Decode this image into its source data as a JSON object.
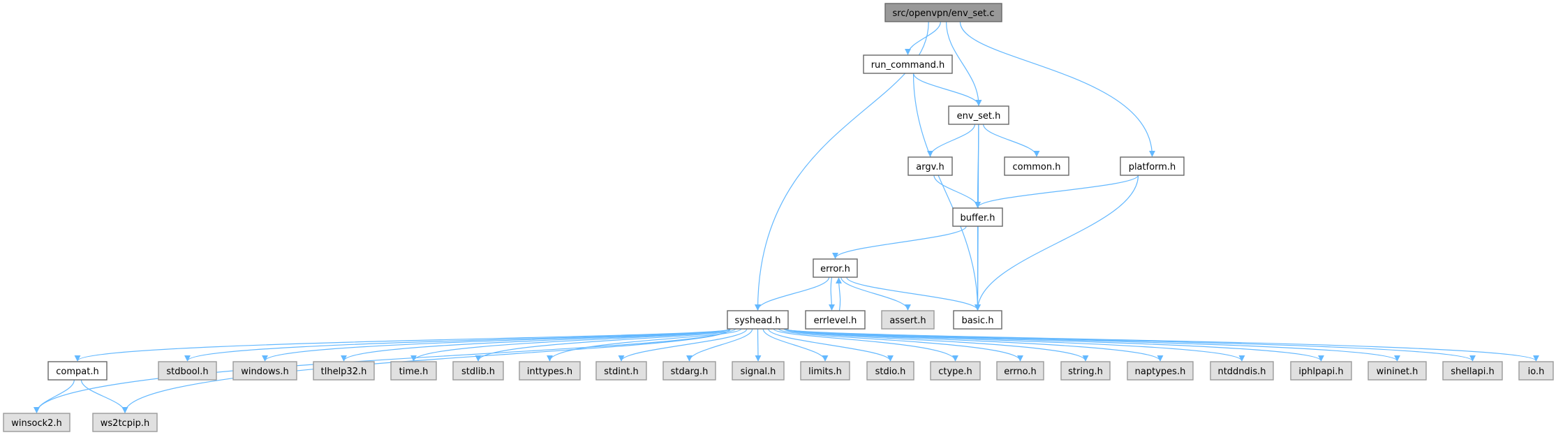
{
  "graph": {
    "title": "src/openvpn/env_set.c",
    "colors": {
      "edge": "#63b8ff",
      "root_fill": "#999999",
      "root_border": "#666666",
      "doc_fill": "#ffffff",
      "doc_border": "#666666",
      "ext_fill": "#e0e0e0",
      "ext_border": "#999999"
    },
    "nodes": [
      {
        "id": "root",
        "label": "src/openvpn/env_set.c",
        "kind": "root"
      },
      {
        "id": "run_command",
        "label": "run_command.h",
        "kind": "doc"
      },
      {
        "id": "env_set_h",
        "label": "env_set.h",
        "kind": "doc"
      },
      {
        "id": "argv",
        "label": "argv.h",
        "kind": "doc"
      },
      {
        "id": "common",
        "label": "common.h",
        "kind": "doc"
      },
      {
        "id": "platform",
        "label": "platform.h",
        "kind": "doc"
      },
      {
        "id": "buffer",
        "label": "buffer.h",
        "kind": "doc"
      },
      {
        "id": "error",
        "label": "error.h",
        "kind": "doc"
      },
      {
        "id": "syshead",
        "label": "syshead.h",
        "kind": "doc"
      },
      {
        "id": "errlevel",
        "label": "errlevel.h",
        "kind": "doc"
      },
      {
        "id": "assert",
        "label": "assert.h",
        "kind": "ext"
      },
      {
        "id": "basic",
        "label": "basic.h",
        "kind": "doc"
      },
      {
        "id": "compat",
        "label": "compat.h",
        "kind": "doc"
      },
      {
        "id": "stdbool",
        "label": "stdbool.h",
        "kind": "ext"
      },
      {
        "id": "windows",
        "label": "windows.h",
        "kind": "ext"
      },
      {
        "id": "tlhelp32",
        "label": "tlhelp32.h",
        "kind": "ext"
      },
      {
        "id": "time",
        "label": "time.h",
        "kind": "ext"
      },
      {
        "id": "stdlib",
        "label": "stdlib.h",
        "kind": "ext"
      },
      {
        "id": "inttypes",
        "label": "inttypes.h",
        "kind": "ext"
      },
      {
        "id": "stdint",
        "label": "stdint.h",
        "kind": "ext"
      },
      {
        "id": "stdarg",
        "label": "stdarg.h",
        "kind": "ext"
      },
      {
        "id": "signal",
        "label": "signal.h",
        "kind": "ext"
      },
      {
        "id": "limits",
        "label": "limits.h",
        "kind": "ext"
      },
      {
        "id": "stdio",
        "label": "stdio.h",
        "kind": "ext"
      },
      {
        "id": "ctype",
        "label": "ctype.h",
        "kind": "ext"
      },
      {
        "id": "errno",
        "label": "errno.h",
        "kind": "ext"
      },
      {
        "id": "string",
        "label": "string.h",
        "kind": "ext"
      },
      {
        "id": "naptypes",
        "label": "naptypes.h",
        "kind": "ext"
      },
      {
        "id": "ntddndis",
        "label": "ntddndis.h",
        "kind": "ext"
      },
      {
        "id": "iphlpapi",
        "label": "iphlpapi.h",
        "kind": "ext"
      },
      {
        "id": "wininet",
        "label": "wininet.h",
        "kind": "ext"
      },
      {
        "id": "shellapi",
        "label": "shellapi.h",
        "kind": "ext"
      },
      {
        "id": "io",
        "label": "io.h",
        "kind": "ext"
      },
      {
        "id": "winsock2",
        "label": "winsock2.h",
        "kind": "ext"
      },
      {
        "id": "ws2tcpip",
        "label": "ws2tcpip.h",
        "kind": "ext"
      }
    ],
    "edges": [
      [
        "root",
        "syshead"
      ],
      [
        "root",
        "run_command"
      ],
      [
        "root",
        "env_set_h"
      ],
      [
        "root",
        "platform"
      ],
      [
        "run_command",
        "env_set_h"
      ],
      [
        "run_command",
        "basic"
      ],
      [
        "env_set_h",
        "argv"
      ],
      [
        "env_set_h",
        "buffer"
      ],
      [
        "env_set_h",
        "common"
      ],
      [
        "env_set_h",
        "basic"
      ],
      [
        "argv",
        "buffer"
      ],
      [
        "platform",
        "buffer"
      ],
      [
        "platform",
        "basic"
      ],
      [
        "buffer",
        "error"
      ],
      [
        "buffer",
        "basic"
      ],
      [
        "error",
        "syshead"
      ],
      [
        "error",
        "errlevel"
      ],
      [
        "error",
        "assert"
      ],
      [
        "error",
        "basic"
      ],
      [
        "errlevel",
        "error"
      ],
      [
        "syshead",
        "compat"
      ],
      [
        "syshead",
        "winsock2"
      ],
      [
        "syshead",
        "ws2tcpip"
      ],
      [
        "syshead",
        "stdbool"
      ],
      [
        "syshead",
        "windows"
      ],
      [
        "syshead",
        "tlhelp32"
      ],
      [
        "syshead",
        "time"
      ],
      [
        "syshead",
        "stdlib"
      ],
      [
        "syshead",
        "inttypes"
      ],
      [
        "syshead",
        "stdint"
      ],
      [
        "syshead",
        "stdarg"
      ],
      [
        "syshead",
        "signal"
      ],
      [
        "syshead",
        "limits"
      ],
      [
        "syshead",
        "stdio"
      ],
      [
        "syshead",
        "ctype"
      ],
      [
        "syshead",
        "errno"
      ],
      [
        "syshead",
        "string"
      ],
      [
        "syshead",
        "naptypes"
      ],
      [
        "syshead",
        "ntddndis"
      ],
      [
        "syshead",
        "iphlpapi"
      ],
      [
        "syshead",
        "wininet"
      ],
      [
        "syshead",
        "shellapi"
      ],
      [
        "syshead",
        "io"
      ],
      [
        "compat",
        "winsock2"
      ],
      [
        "compat",
        "ws2tcpip"
      ]
    ]
  }
}
